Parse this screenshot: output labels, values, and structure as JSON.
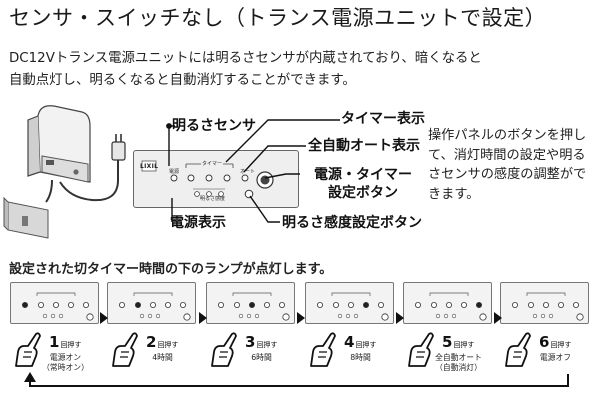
{
  "title": "センサ・スイッチなし（トランス電源ユニットで設定）",
  "intro": {
    "line1": "DC12Vトランス電源ユニットには明るさセンサが内蔵されており、暗くなると",
    "line2": "自動点灯し、明るくなると自動消灯することができます。"
  },
  "callouts": {
    "brightness_sensor": "明るさセンサ",
    "timer_display": "タイマー表示",
    "auto_display": "全自動オート表示",
    "power_timer_button_line1": "電源・タイマー",
    "power_timer_button_line2": "設定ボタン",
    "power_display": "電源表示",
    "sensitivity_button": "明るさ感度設定ボタン"
  },
  "side_note": "操作パネルのボタンを押して、消灯時間の設定や明るさセンサの感度の調整ができます。",
  "panel_labels": {
    "brand": "LIXIL",
    "power": "電源",
    "timer": "タイマー",
    "auto": "オート",
    "sensitivity": "明るさ感度"
  },
  "sequence": {
    "title": "設定された切タイマー時間の下のランプが点灯します。",
    "press_suffix": "回押す",
    "steps": [
      {
        "count": "1",
        "label_line1": "電源オン",
        "label_line2": "（常時オン）",
        "lit": "power"
      },
      {
        "count": "2",
        "label_line1": "4時間",
        "label_line2": "",
        "lit": "t4"
      },
      {
        "count": "3",
        "label_line1": "6時間",
        "label_line2": "",
        "lit": "t6"
      },
      {
        "count": "4",
        "label_line1": "8時間",
        "label_line2": "",
        "lit": "t8"
      },
      {
        "count": "5",
        "label_line1": "全自動オート",
        "label_line2": "（自動消灯）",
        "lit": "auto"
      },
      {
        "count": "6",
        "label_line1": "電源オフ",
        "label_line2": "",
        "lit": "none"
      }
    ]
  }
}
